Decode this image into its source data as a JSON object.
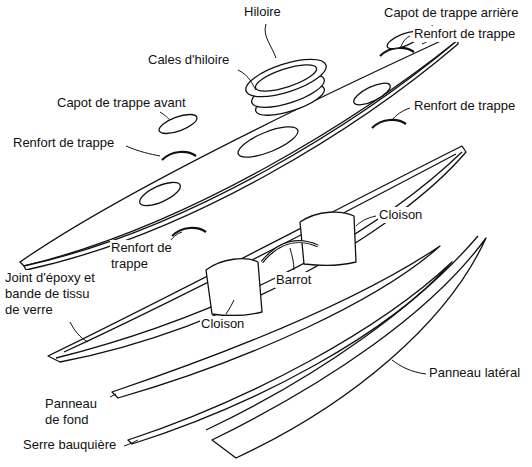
{
  "diagram": {
    "labels": [
      "Capot de trappe arrière",
      "Hiloire",
      "Renfort de trappe",
      "Cales d'hiloire",
      "Capot de trappe avant",
      "Renfort de trappe",
      "Renfort de trappe",
      "Renfort de trappe",
      "Cloison",
      "Joint d'époxy et bande de tissu de verre",
      "Barrot",
      "Cloison",
      "Panneau latéral",
      "Panneau de fond",
      "Serre bauquière"
    ]
  }
}
